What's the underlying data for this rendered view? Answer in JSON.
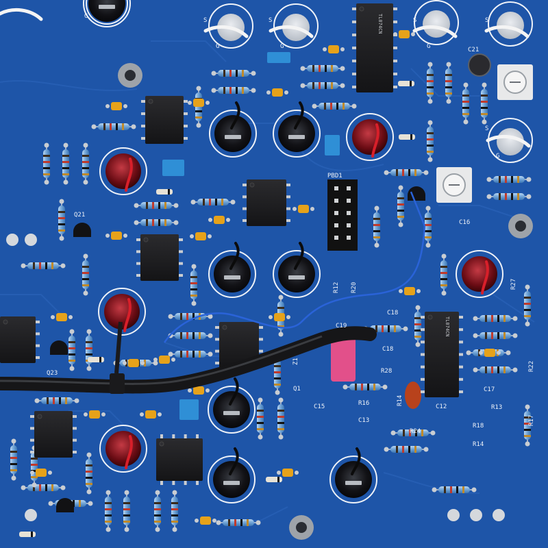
{
  "board": {
    "colors": {
      "pcb": "#1e55a8",
      "pcb_dark": "#174a96",
      "silk": "#eef2f8",
      "pad": "#c9cdd2",
      "ic_body": "#1b1b1d",
      "resistor": "#7fb3e0",
      "ceramic_cap": "#e6a21a",
      "film_cap": "#2f8fd6",
      "pink_cap": "#e2508a",
      "red_wire": "#d81f2a",
      "white_wire": "#f4f4f4",
      "blue_wire": "#2a63d8",
      "jack_black": "#0d0d10"
    },
    "labels": [
      {
        "id": "c21",
        "text": "C21"
      },
      {
        "id": "c16",
        "text": "C16"
      },
      {
        "id": "q21",
        "text": "Q21"
      },
      {
        "id": "q23",
        "text": "Q23"
      },
      {
        "id": "pbd1",
        "text": "PBD1"
      },
      {
        "id": "r12",
        "text": "R12"
      },
      {
        "id": "r20",
        "text": "R20"
      },
      {
        "id": "r27",
        "text": "R27"
      },
      {
        "id": "c18a",
        "text": "C18"
      },
      {
        "id": "c19",
        "text": "C19"
      },
      {
        "id": "c18b",
        "text": "C18"
      },
      {
        "id": "r28",
        "text": "R28"
      },
      {
        "id": "r22",
        "text": "R22"
      },
      {
        "id": "c17",
        "text": "C17"
      },
      {
        "id": "r16",
        "text": "R16"
      },
      {
        "id": "c13",
        "text": "C13"
      },
      {
        "id": "c15",
        "text": "C15"
      },
      {
        "id": "q1",
        "text": "Q1"
      },
      {
        "id": "z1",
        "text": "Z1"
      },
      {
        "id": "c12",
        "text": "C12"
      },
      {
        "id": "r13",
        "text": "R13"
      },
      {
        "id": "r17",
        "text": "R17"
      },
      {
        "id": "r18",
        "text": "R18"
      },
      {
        "id": "r14",
        "text": "R14"
      },
      {
        "id": "r24",
        "text": "R24"
      },
      {
        "id": "r14b",
        "text": "R14"
      },
      {
        "id": "s1",
        "text": "S"
      },
      {
        "id": "g1",
        "text": "G"
      },
      {
        "id": "s2",
        "text": "S"
      },
      {
        "id": "g2",
        "text": "G"
      },
      {
        "id": "s3",
        "text": "S"
      },
      {
        "id": "g3",
        "text": "G"
      },
      {
        "id": "s4",
        "text": "S"
      },
      {
        "id": "s5",
        "text": "S"
      },
      {
        "id": "g5",
        "text": "G"
      },
      {
        "id": "g6",
        "text": "G"
      }
    ],
    "ic_markings": [
      {
        "id": "ic_tl074_top",
        "text": "TL074CN"
      },
      {
        "id": "ic_tl074_right",
        "text": "TL074CN"
      }
    ]
  }
}
